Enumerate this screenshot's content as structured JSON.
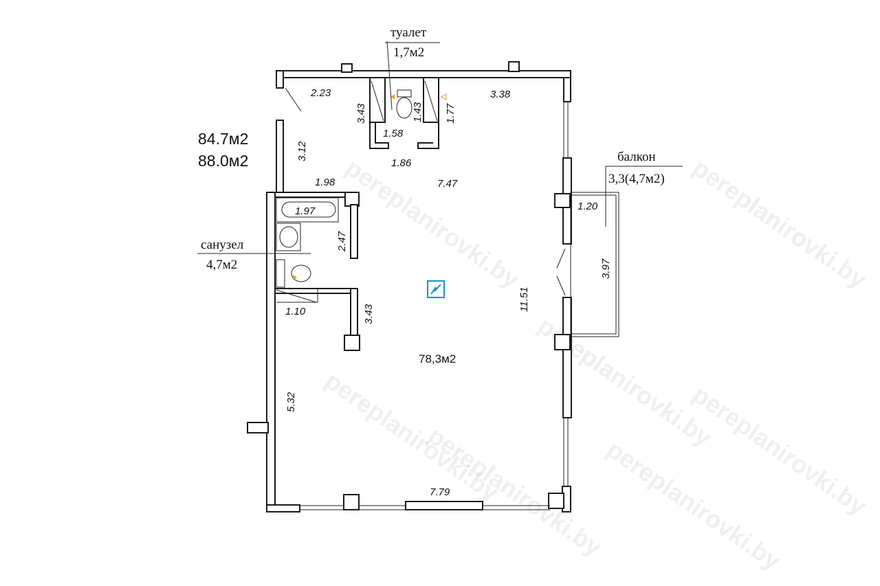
{
  "totals": {
    "area_1": "84.7м2",
    "area_2": "88.0м2"
  },
  "rooms": {
    "toilet": {
      "name": "туалет",
      "area": "1,7м2"
    },
    "bathroom": {
      "name": "санузел",
      "area": "4,7м2"
    },
    "balcony": {
      "name": "балкон",
      "area": "3,3(4,7м2)"
    },
    "main": {
      "area": "78,3м2"
    }
  },
  "dimensions": {
    "d_2_23": "2.23",
    "d_3_43_top": "3.43",
    "d_1_43": "1.43",
    "d_1_77": "1.77",
    "d_3_38": "3.38",
    "d_1_58": "1.58",
    "d_3_12": "3.12",
    "d_1_86": "1.86",
    "d_1_98": "1.98",
    "d_7_47": "7.47",
    "d_1_97": "1.97",
    "d_2_47": "2.47",
    "d_1_20": "1.20",
    "d_3_97": "3.97",
    "d_1_10": "1.10",
    "d_3_43_mid": "3.43",
    "d_11_51": "11.51",
    "d_5_32": "5.32",
    "d_7_79": "7.79"
  },
  "watermark": "pereplanirovki.by",
  "colors": {
    "electric_panel": "#1f8fc8",
    "fixture_marker": "#e0a030"
  }
}
